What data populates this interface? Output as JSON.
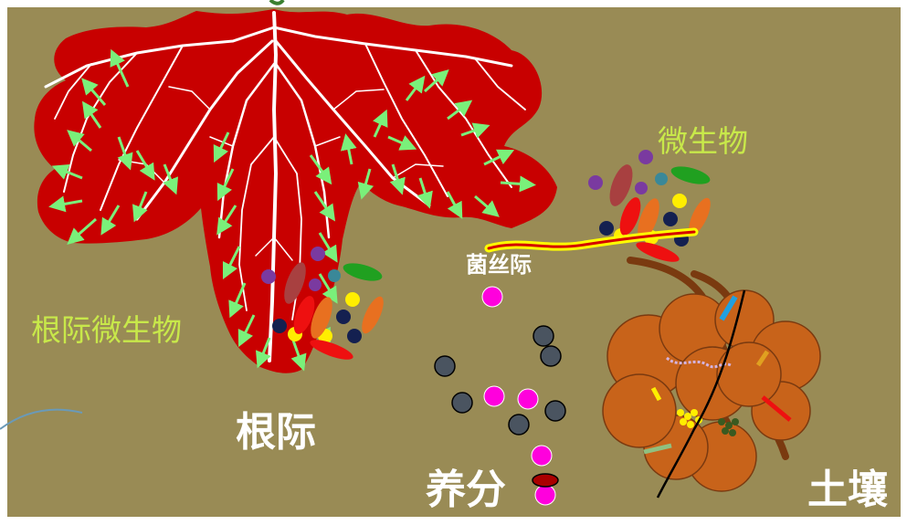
{
  "labels": {
    "microbes": "微生物",
    "rhizosphere_microbes": "根际微生物",
    "hyphosphere": "菌丝际",
    "rhizosphere": "根际",
    "nutrients": "养分",
    "soil": "土壤"
  },
  "colors": {
    "background": "#998b55",
    "rhizosphere_zone": "#c80000",
    "root": "#ffffff",
    "arrow": "#7af07a",
    "hypha_outer": "#ffff00",
    "hypha_inner": "#d40000",
    "label_green": "#c8e84a",
    "soil_aggregate": "#c8631a",
    "nutrient_magenta": "#ff00dd",
    "nutrient_gray": "#4a5460"
  }
}
